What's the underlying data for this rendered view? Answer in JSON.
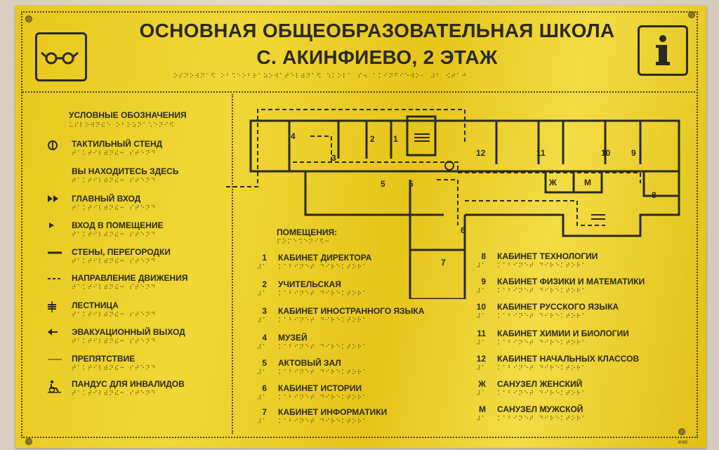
{
  "sign": {
    "title_line1": "ОСНОВНАЯ ОБЩЕОБРАЗОВАТЕЛЬНАЯ ШКОЛА",
    "title_line2": "С. АКИНФИЕВО, 2 ЭТАЖ",
    "left_icon": "glasses-icon",
    "right_icon": "info-icon",
    "code": "8065"
  },
  "legend": {
    "title": "УСЛОВНЫЕ ОБОЗНАЧЕНИЯ",
    "items": [
      {
        "icon": "tactile-stand-icon",
        "label": "ТАКТИЛЬНЫЙ СТЕНД"
      },
      {
        "icon": "you-are-here-icon",
        "label": "ВЫ НАХОДИТЕСЬ ЗДЕСЬ"
      },
      {
        "icon": "double-triangle-icon",
        "label": "ГЛАВНЫЙ ВХОД"
      },
      {
        "icon": "triangle-icon",
        "label": "ВХОД В ПОМЕЩЕНИЕ"
      },
      {
        "icon": "thick-line-icon",
        "label": "СТЕНЫ, ПЕРЕГОРОДКИ"
      },
      {
        "icon": "dashed-line-icon",
        "label": "НАПРАВЛЕНИЕ ДВИЖЕНИЯ"
      },
      {
        "icon": "stairs-icon",
        "label": "ЛЕСТНИЦА"
      },
      {
        "icon": "arrow-left-icon",
        "label": "ЭВАКУАЦИОННЫЙ ВЫХОД"
      },
      {
        "icon": "thin-line-icon",
        "label": "ПРЕПЯТСТВИЕ"
      },
      {
        "icon": "wheelchair-ramp-icon",
        "label": "ПАНДУС ДЛЯ ИНВАЛИДОВ"
      }
    ]
  },
  "rooms": {
    "title": "ПОМЕЩЕНИЯ:",
    "left": [
      {
        "num": "1",
        "label": "КАБИНЕТ ДИРЕКТОРА"
      },
      {
        "num": "2",
        "label": "УЧИТЕЛЬСКАЯ"
      },
      {
        "num": "3",
        "label": "КАБИНЕТ ИНОСТРАННОГО ЯЗЫКА"
      },
      {
        "num": "4",
        "label": "МУЗЕЙ"
      },
      {
        "num": "5",
        "label": "АКТОВЫЙ ЗАЛ"
      },
      {
        "num": "6",
        "label": "КАБИНЕТ ИСТОРИИ"
      },
      {
        "num": "7",
        "label": "КАБИНЕТ ИНФОРМАТИКИ"
      }
    ],
    "right": [
      {
        "num": "8",
        "label": "КАБИНЕТ ТЕХНОЛОГИИ"
      },
      {
        "num": "9",
        "label": "КАБИНЕТ ФИЗИКИ И МАТЕМАТИКИ"
      },
      {
        "num": "10",
        "label": "КАБИНЕТ РУССКОГО ЯЗЫКА"
      },
      {
        "num": "11",
        "label": "КАБИНЕТ ХИМИИ И БИОЛОГИИ"
      },
      {
        "num": "12",
        "label": "КАБИНЕТ НАЧАЛЬНЫХ КЛАССОВ"
      },
      {
        "num": "Ж",
        "label": "САНУЗЕЛ ЖЕНСКИЙ"
      },
      {
        "num": "М",
        "label": "САНУЗЕЛ МУЖСКОЙ"
      }
    ]
  },
  "plan_labels": {
    "r1": "1",
    "r2": "2",
    "r3": "3",
    "r4": "4",
    "r5a": "5",
    "r5b": "5",
    "r6": "6",
    "r7": "7",
    "r8": "8",
    "r9": "9",
    "r10": "10",
    "r11": "11",
    "r12": "12",
    "wc_w": "Ж",
    "wc_m": "М"
  },
  "colors": {
    "plate": "#f0d534",
    "ink": "#2a2a1e",
    "braille": "#5b5210"
  }
}
